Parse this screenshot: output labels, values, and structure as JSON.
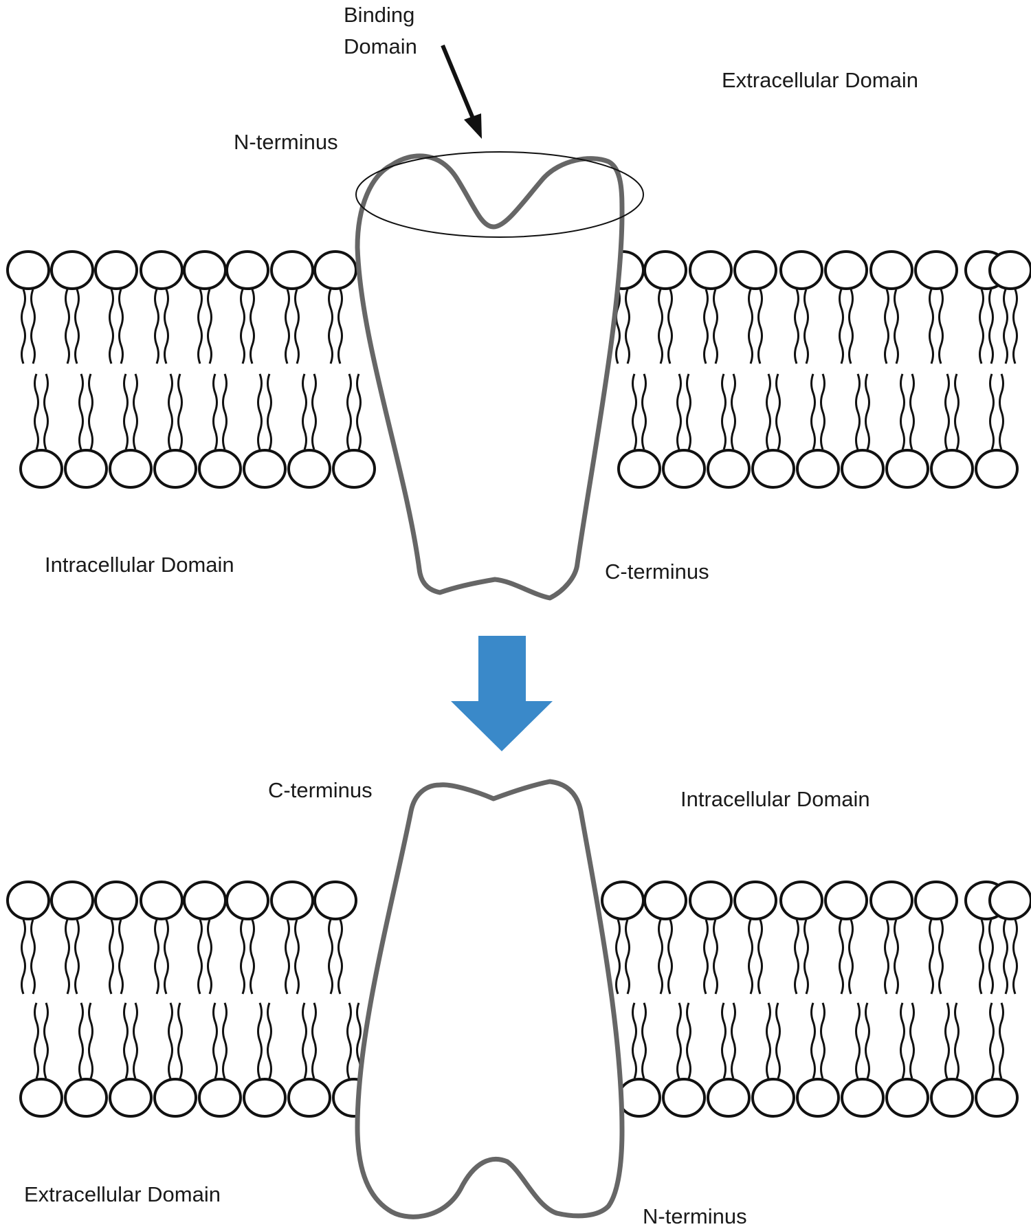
{
  "top_panel": {
    "binding_domain_line1": "Binding",
    "binding_domain_line2": "Domain",
    "extracellular_label": "Extracellular Domain",
    "n_terminus_label": "N-terminus",
    "intracellular_label": "Intracellular Domain",
    "c_terminus_label": "C-terminus"
  },
  "bottom_panel": {
    "c_terminus_label": "C-terminus",
    "intracellular_label": "Intracellular Domain",
    "extracellular_label": "Extracellular Domain",
    "n_terminus_label": "N-terminus"
  },
  "colors": {
    "protein_outline": "#666666",
    "membrane_line": "#111111",
    "transition_arrow_fill": "#3a89c9",
    "transition_arrow_stroke": "#1f4f7a",
    "pointer_arrow": "#111111"
  },
  "icons": {
    "transition_arrow": "down-arrow-icon",
    "pointer_arrow": "pointer-arrow-icon"
  }
}
